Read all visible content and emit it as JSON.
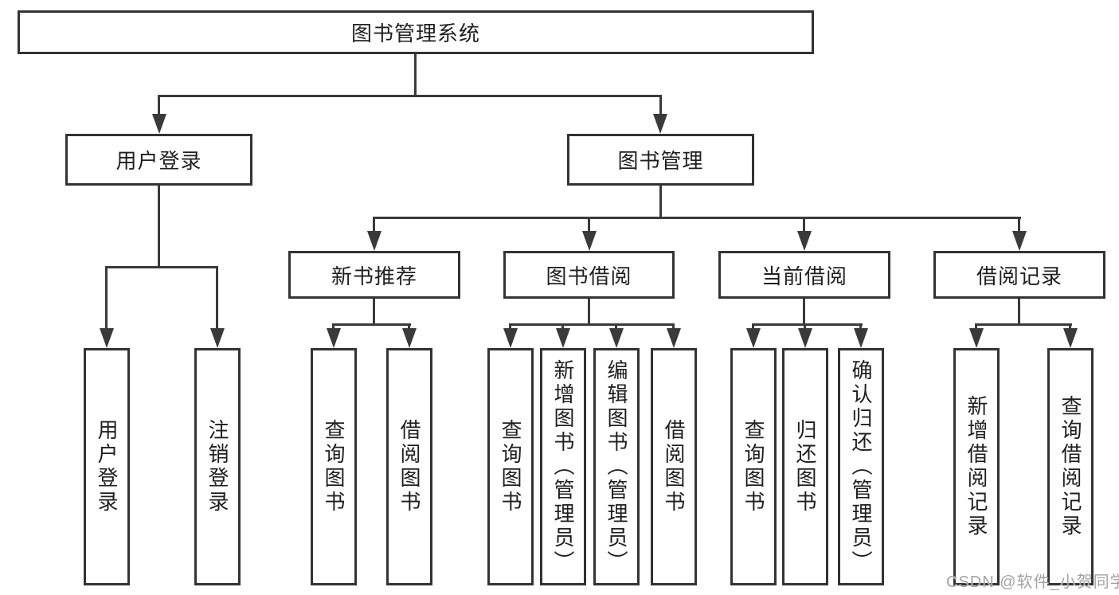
{
  "colors": {
    "line": "#3a3a3a",
    "box_border": "#333333",
    "text": "#1f1f1f",
    "watermark": "#a3a3a3",
    "background": "#ffffff"
  },
  "nodes": {
    "root": "图书管理系统",
    "user_login": "用户登录",
    "book_mgmt": "图书管理",
    "new_book_rec": "新书推荐",
    "book_borrow": "图书借阅",
    "current_borrow": "当前借阅",
    "borrow_record": "借阅记录",
    "leaf_user_login": "用户登录",
    "leaf_logout": "注销登录",
    "leaf_query_book_rec": "查询图书",
    "leaf_borrow_book_rec": "借阅图书",
    "leaf_query_book_borrow": "查询图书",
    "leaf_add_book_admin": "新增图书（管理员）",
    "leaf_edit_book_admin": "编辑图书（管理员）",
    "leaf_borrow_book_borrow": "借阅图书",
    "leaf_query_book_current": "查询图书",
    "leaf_return_book": "归还图书",
    "leaf_confirm_return_admin": "确认归还（管理员）",
    "leaf_add_borrow_record": "新增借阅记录",
    "leaf_query_borrow_record": "查询借阅记录"
  },
  "watermark": {
    "text": "CSDN @软件_小贺同学"
  }
}
